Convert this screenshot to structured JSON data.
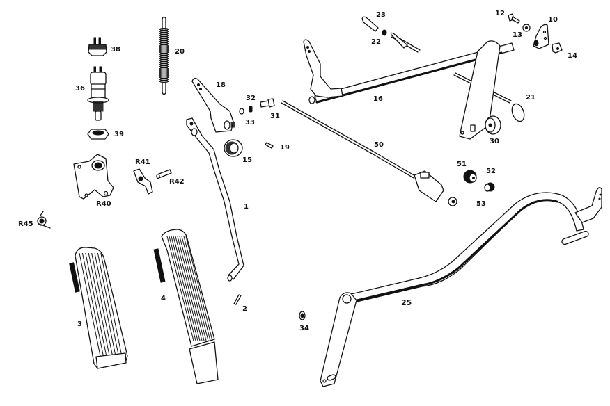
{
  "diagram": {
    "type": "exploded-parts-diagram",
    "subject": "accelerator / pedal linkage assembly",
    "parts": [
      {
        "id": "p1",
        "label": "1",
        "part": "pedal-lever-rod"
      },
      {
        "id": "p2",
        "label": "2",
        "part": "pin"
      },
      {
        "id": "p3",
        "label": "3",
        "part": "pedal-pad"
      },
      {
        "id": "p4",
        "label": "4",
        "part": "pedal-pad-long"
      },
      {
        "id": "p10",
        "label": "10",
        "part": "bracket"
      },
      {
        "id": "p12",
        "label": "12",
        "part": "bolt"
      },
      {
        "id": "p13",
        "label": "13",
        "part": "washer"
      },
      {
        "id": "p14",
        "label": "14",
        "part": "clip"
      },
      {
        "id": "p15",
        "label": "15",
        "part": "bushing"
      },
      {
        "id": "p16",
        "label": "16",
        "part": "cross-shaft"
      },
      {
        "id": "p18",
        "label": "18",
        "part": "lever-arm"
      },
      {
        "id": "p19",
        "label": "19",
        "part": "pin"
      },
      {
        "id": "p20",
        "label": "20",
        "part": "return-spring"
      },
      {
        "id": "p21",
        "label": "21",
        "part": "hook-rod"
      },
      {
        "id": "p22",
        "label": "22",
        "part": "nut"
      },
      {
        "id": "p23",
        "label": "23",
        "part": "ball-socket"
      },
      {
        "id": "p25",
        "label": "25",
        "part": "main-linkage-rod"
      },
      {
        "id": "p30",
        "label": "30",
        "part": "grommet"
      },
      {
        "id": "p31",
        "label": "31",
        "part": "bolt"
      },
      {
        "id": "p32",
        "label": "32",
        "part": "nut"
      },
      {
        "id": "p33",
        "label": "33",
        "part": "washer"
      },
      {
        "id": "p34",
        "label": "34",
        "part": "clip-ring"
      },
      {
        "id": "p36",
        "label": "36",
        "part": "switch"
      },
      {
        "id": "p38",
        "label": "38",
        "part": "switch-small"
      },
      {
        "id": "p39",
        "label": "39",
        "part": "hex-nut"
      },
      {
        "id": "p50",
        "label": "50",
        "part": "cable"
      },
      {
        "id": "p51",
        "label": "51",
        "part": "bushing"
      },
      {
        "id": "p52",
        "label": "52",
        "part": "grommet-small"
      },
      {
        "id": "p53",
        "label": "53",
        "part": "fastener"
      },
      {
        "id": "pR40",
        "label": "R40",
        "part": "mounting-bracket"
      },
      {
        "id": "pR41",
        "label": "R41",
        "part": "lever-small"
      },
      {
        "id": "pR42",
        "label": "R42",
        "part": "pin"
      },
      {
        "id": "pR45",
        "label": "R45",
        "part": "spring-clip"
      }
    ]
  }
}
